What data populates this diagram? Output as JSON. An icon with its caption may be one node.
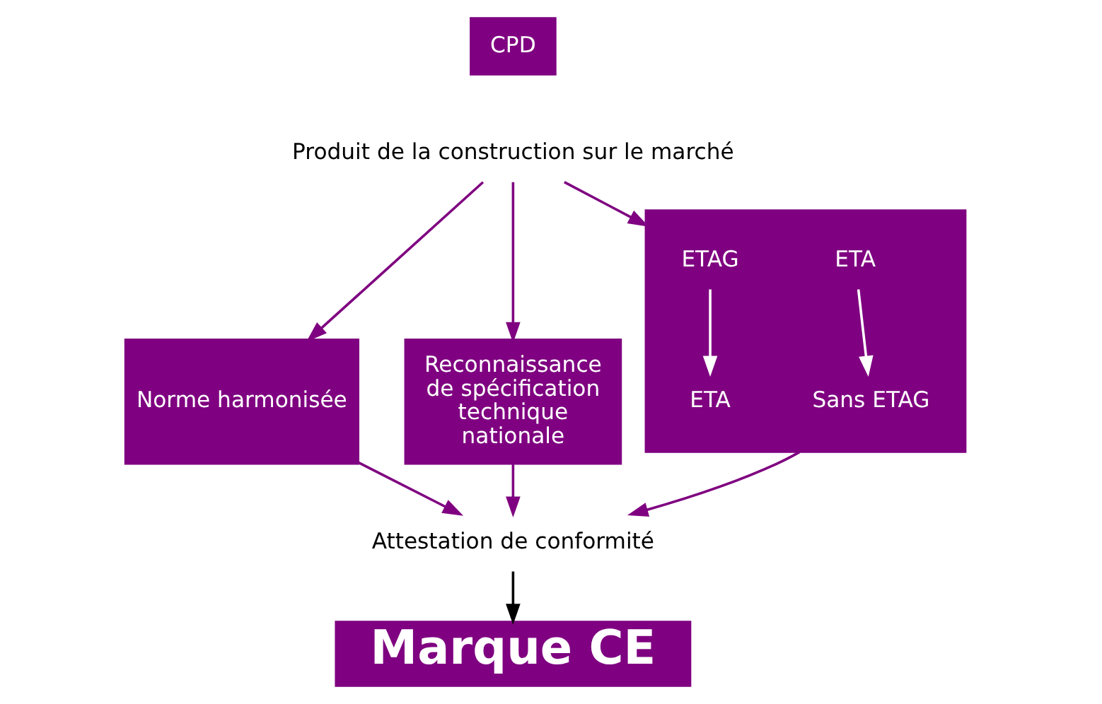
{
  "diagram": {
    "nodes": [
      {
        "text": [
          "CPD"
        ]
      },
      {
        "text": [
          "Produit de la construction sur le marché"
        ]
      },
      {
        "text": [
          "Norme harmonisée"
        ]
      },
      {
        "text": [],
        "shape": "box"
      },
      {
        "text": [
          "ETAG"
        ],
        "in": 3
      },
      {
        "text": [
          "ETA"
        ],
        "in": 3
      },
      {
        "text": [
          "ETA"
        ],
        "in": 3
      },
      {
        "text": [
          "Sans ETAG"
        ],
        "in": 3
      },
      {
        "text": [
          "Reconnaissance de spécification technique nationale"
        ]
      },
      {
        "text": [
          "Attestation de conformité"
        ]
      },
      {
        "text": [
          "Marque CE"
        ]
      }
    ],
    "edges": [
      {
        "from": 1,
        "to": 2,
        "arrow": "to"
      },
      {
        "from": 1,
        "to": 3,
        "arrow": "to"
      },
      {
        "from": 1,
        "to": 8,
        "arrow": "to"
      },
      {
        "from": 4,
        "to": 6,
        "arrow": "to",
        "color": "#ffffff"
      },
      {
        "from": 5,
        "to": 7,
        "arrow": "to",
        "color": "#ffffff"
      },
      {
        "from": 2,
        "to": 9,
        "arrow": "to"
      },
      {
        "from": 3,
        "to": 9,
        "arrow": "to"
      },
      {
        "from": 8,
        "to": 9,
        "arrow": "to"
      },
      {
        "from": 9,
        "to": 10,
        "arrow": "to",
        "color": "#000000"
      }
    ]
  }
}
